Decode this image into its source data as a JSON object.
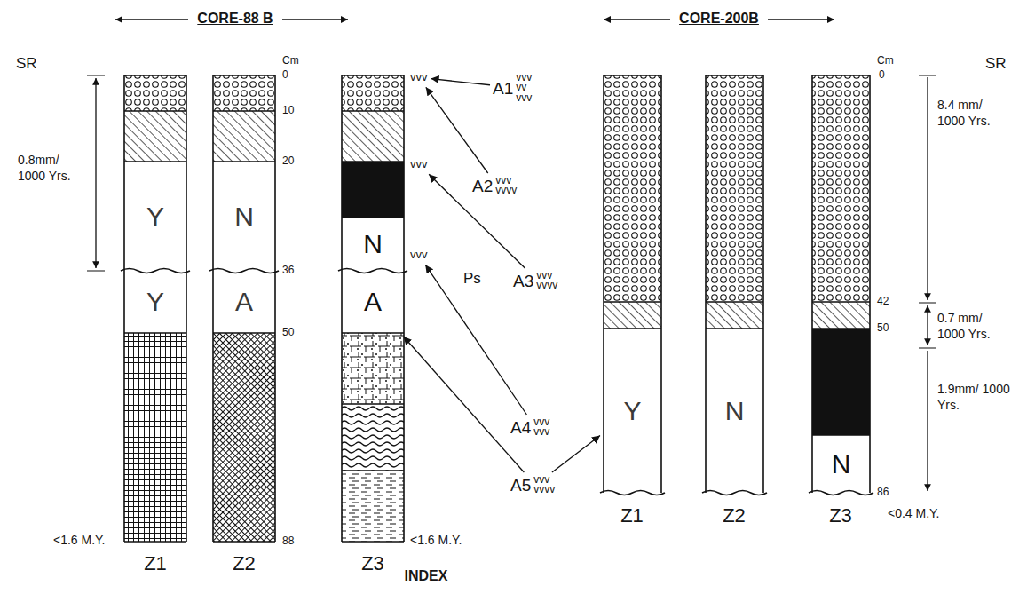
{
  "diagram": {
    "nodes": [
      {
        "text": [
          "Y"
        ]
      },
      {
        "text": [
          "Y"
        ]
      },
      {
        "text": [
          "N"
        ]
      },
      {
        "text": [
          "A"
        ]
      },
      {
        "text": [
          "N"
        ]
      },
      {
        "text": [
          "A"
        ]
      },
      {
        "text": [
          "vvv"
        ]
      },
      {
        "text": [
          "vvv"
        ]
      },
      {
        "text": [
          "vvv"
        ]
      },
      {
        "text": [
          "A1",
          "vvv vv vvv"
        ]
      },
      {
        "text": [
          "A2",
          "vvv vvvv"
        ]
      },
      {
        "text": [
          "A3",
          "vvv vvvv"
        ]
      },
      {
        "text": [
          "A4",
          "vvv vvv"
        ]
      },
      {
        "text": [
          "A5",
          "vvv vvvv"
        ]
      },
      {
        "text": [
          "Y"
        ]
      },
      {
        "text": [
          "N"
        ]
      },
      {
        "text": [
          "N"
        ]
      }
    ],
    "edges": [
      {
        "from": 9,
        "to": 6,
        "arrow": "to"
      },
      {
        "from": 10,
        "to": 6,
        "arrow": "to"
      },
      {
        "from": 11,
        "to": 7,
        "arrow": "to"
      },
      {
        "from": 12,
        "to": 8,
        "arrow": "to"
      },
      {
        "from": 13,
        "to": 5,
        "arrow": "to"
      },
      {
        "from": 13,
        "to": 14,
        "arrow": "to"
      }
    ],
    "labels": [
      "CORE-88 B",
      "CORE-200B",
      "SR",
      "0.8mm/ 1000 Yrs.",
      "Cm",
      "0",
      "10",
      "20",
      "36",
      "50",
      "88",
      "<1.6 M.Y.",
      "<1.6 M.Y.",
      "Z1",
      "Z2",
      "Z3",
      "Ps",
      "Z1",
      "Z2",
      "Z3",
      "Cm",
      "0",
      "42",
      "50",
      "86",
      "8.4 mm/ 1000 Yrs.",
      "0.7 mm/ 1000 Yrs.",
      "1.9mm/ 1000 Yrs.",
      "<0.4 M.Y.",
      "SR",
      "INDEX"
    ]
  }
}
